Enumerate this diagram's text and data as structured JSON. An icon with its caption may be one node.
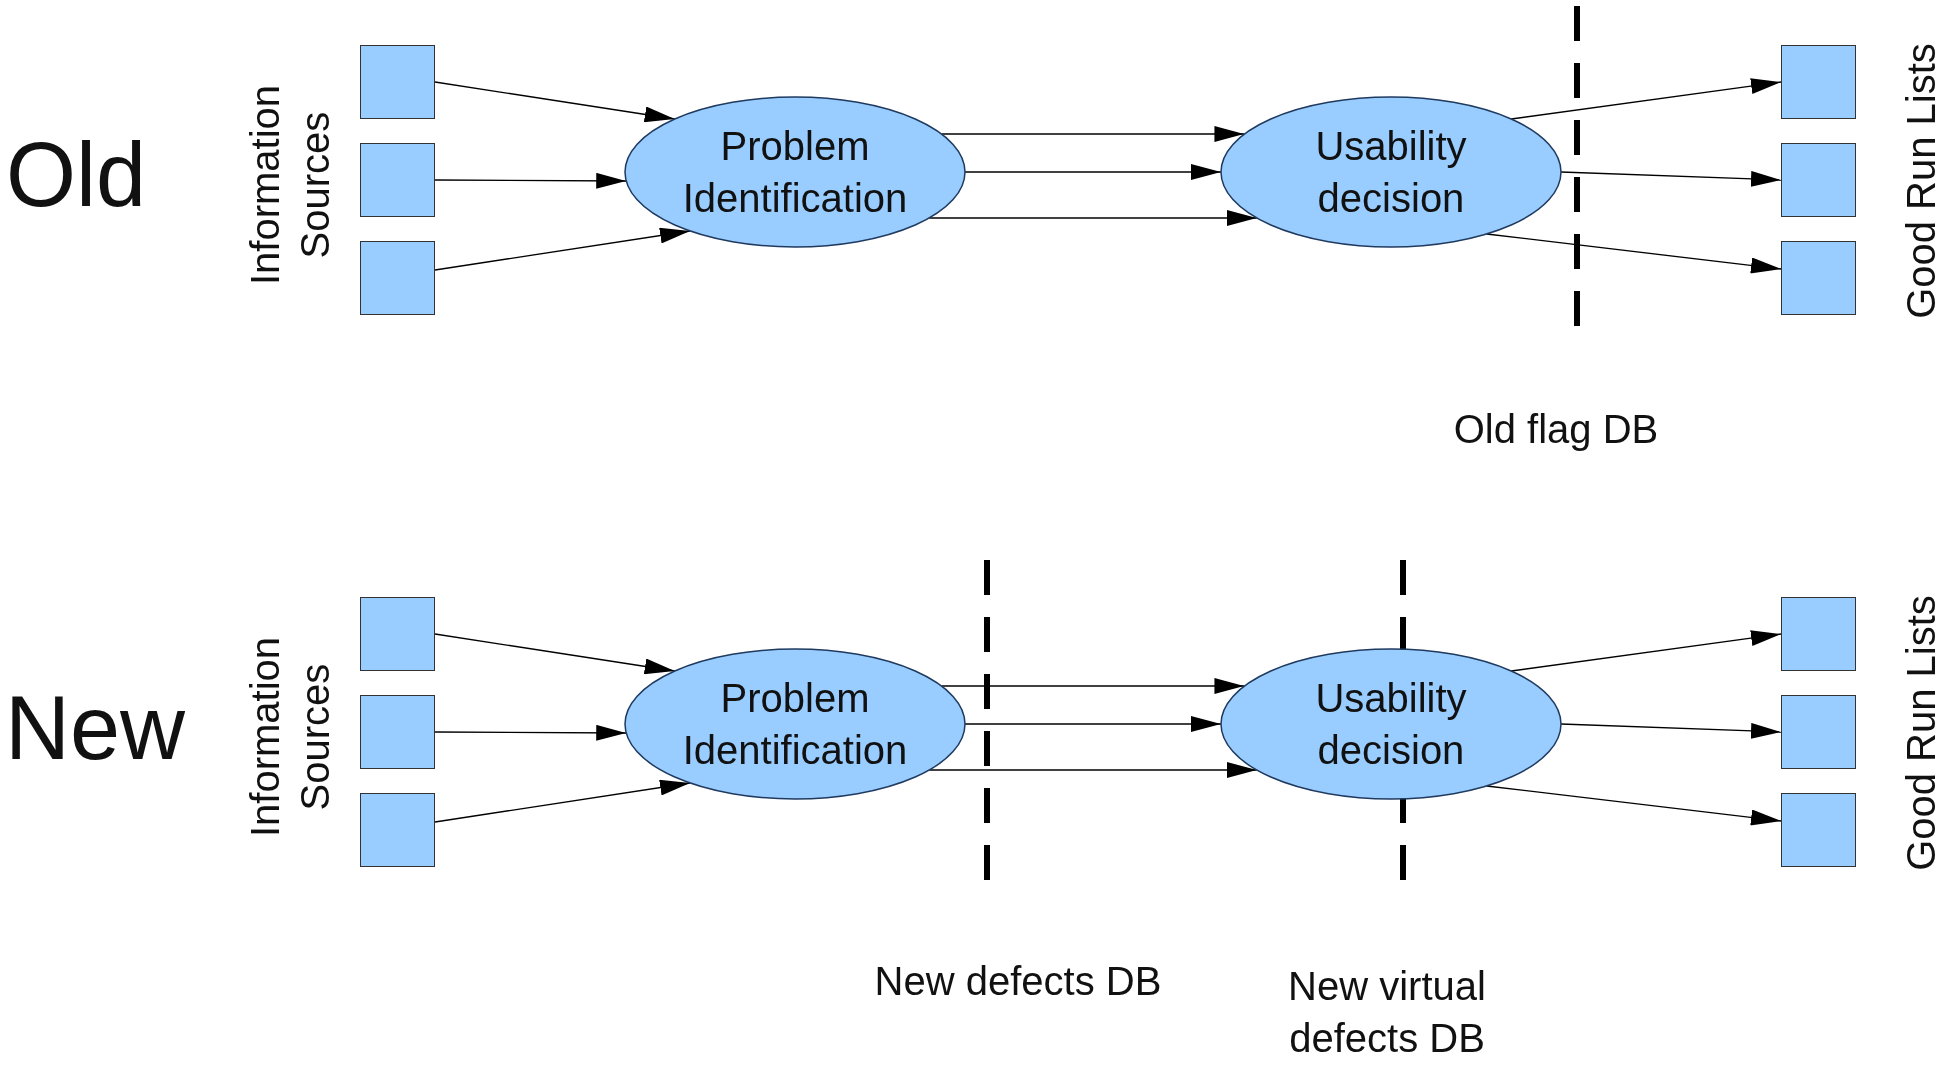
{
  "diagram": {
    "nodes": [
      {
        "text": [],
        "shape": "box"
      },
      {
        "text": [],
        "shape": "box"
      },
      {
        "text": [],
        "shape": "box"
      },
      {
        "text": [
          "Problem Identification"
        ]
      },
      {
        "text": [
          "Usability decision"
        ]
      },
      {
        "text": [],
        "shape": "box"
      },
      {
        "text": [],
        "shape": "box"
      },
      {
        "text": [],
        "shape": "box"
      },
      {
        "text": [],
        "shape": "box"
      },
      {
        "text": [],
        "shape": "box"
      },
      {
        "text": [],
        "shape": "box"
      },
      {
        "text": [
          "Problem Identification"
        ]
      },
      {
        "text": [
          "Usability decision"
        ]
      },
      {
        "text": [],
        "shape": "box"
      },
      {
        "text": [],
        "shape": "box"
      },
      {
        "text": [],
        "shape": "box"
      }
    ],
    "edges": [
      {
        "from": 0,
        "to": 3,
        "arrow": "to"
      },
      {
        "from": 1,
        "to": 3,
        "arrow": "to"
      },
      {
        "from": 2,
        "to": 3,
        "arrow": "to"
      },
      {
        "from": 3,
        "to": 4,
        "arrow": "to"
      },
      {
        "from": 3,
        "to": 4,
        "arrow": "to"
      },
      {
        "from": 3,
        "to": 4,
        "arrow": "to"
      },
      {
        "from": 4,
        "to": 5,
        "arrow": "to"
      },
      {
        "from": 4,
        "to": 6,
        "arrow": "to"
      },
      {
        "from": 4,
        "to": 7,
        "arrow": "to"
      },
      {
        "from": 8,
        "to": 11,
        "arrow": "to"
      },
      {
        "from": 9,
        "to": 11,
        "arrow": "to"
      },
      {
        "from": 10,
        "to": 11,
        "arrow": "to"
      },
      {
        "from": 11,
        "to": 12,
        "arrow": "to"
      },
      {
        "from": 11,
        "to": 12,
        "arrow": "to"
      },
      {
        "from": 11,
        "to": 12,
        "arrow": "to"
      },
      {
        "from": 12,
        "to": 13,
        "arrow": "to"
      },
      {
        "from": 12,
        "to": 14,
        "arrow": "to"
      },
      {
        "from": 12,
        "to": 15,
        "arrow": "to"
      }
    ],
    "labels": [
      "Old",
      "Information Sources",
      "Good Run Lists",
      "Old flag DB",
      "New",
      "Information Sources",
      "Good Run Lists",
      "New defects DB",
      "New virtual defects DB"
    ]
  }
}
